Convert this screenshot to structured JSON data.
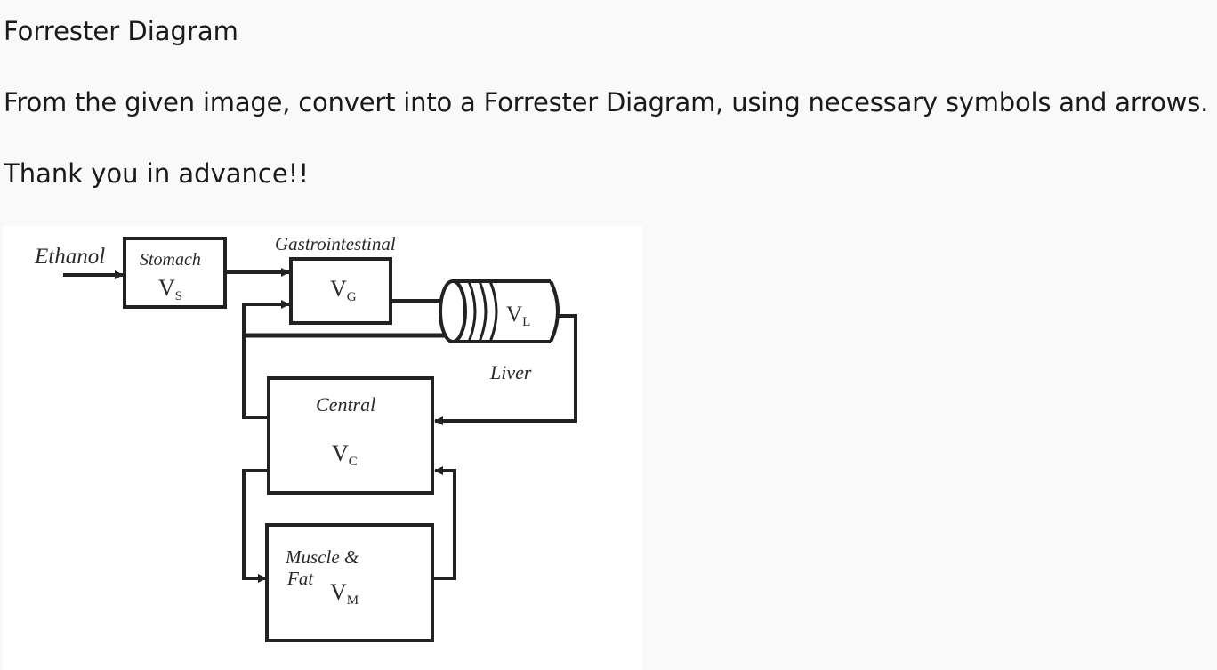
{
  "question": {
    "title": "Forrester Diagram",
    "body": "From the given image, convert into a Forrester Diagram, using necessary symbols and arrows.",
    "thanks": "Thank you in advance!!"
  },
  "diagram": {
    "input_label": "Ethanol",
    "stomach": {
      "name": "Stomach",
      "var": "V",
      "sub": "S"
    },
    "gastro": {
      "name": "Gastrointestinal",
      "var": "V",
      "sub": "G"
    },
    "liver": {
      "name": "Liver",
      "var": "V",
      "sub": "L"
    },
    "central": {
      "name": "Central",
      "var": "V",
      "sub": "C"
    },
    "muscle": {
      "name_line1": "Muscle &",
      "name_line2": "Fat",
      "var": "V",
      "sub": "M"
    }
  }
}
